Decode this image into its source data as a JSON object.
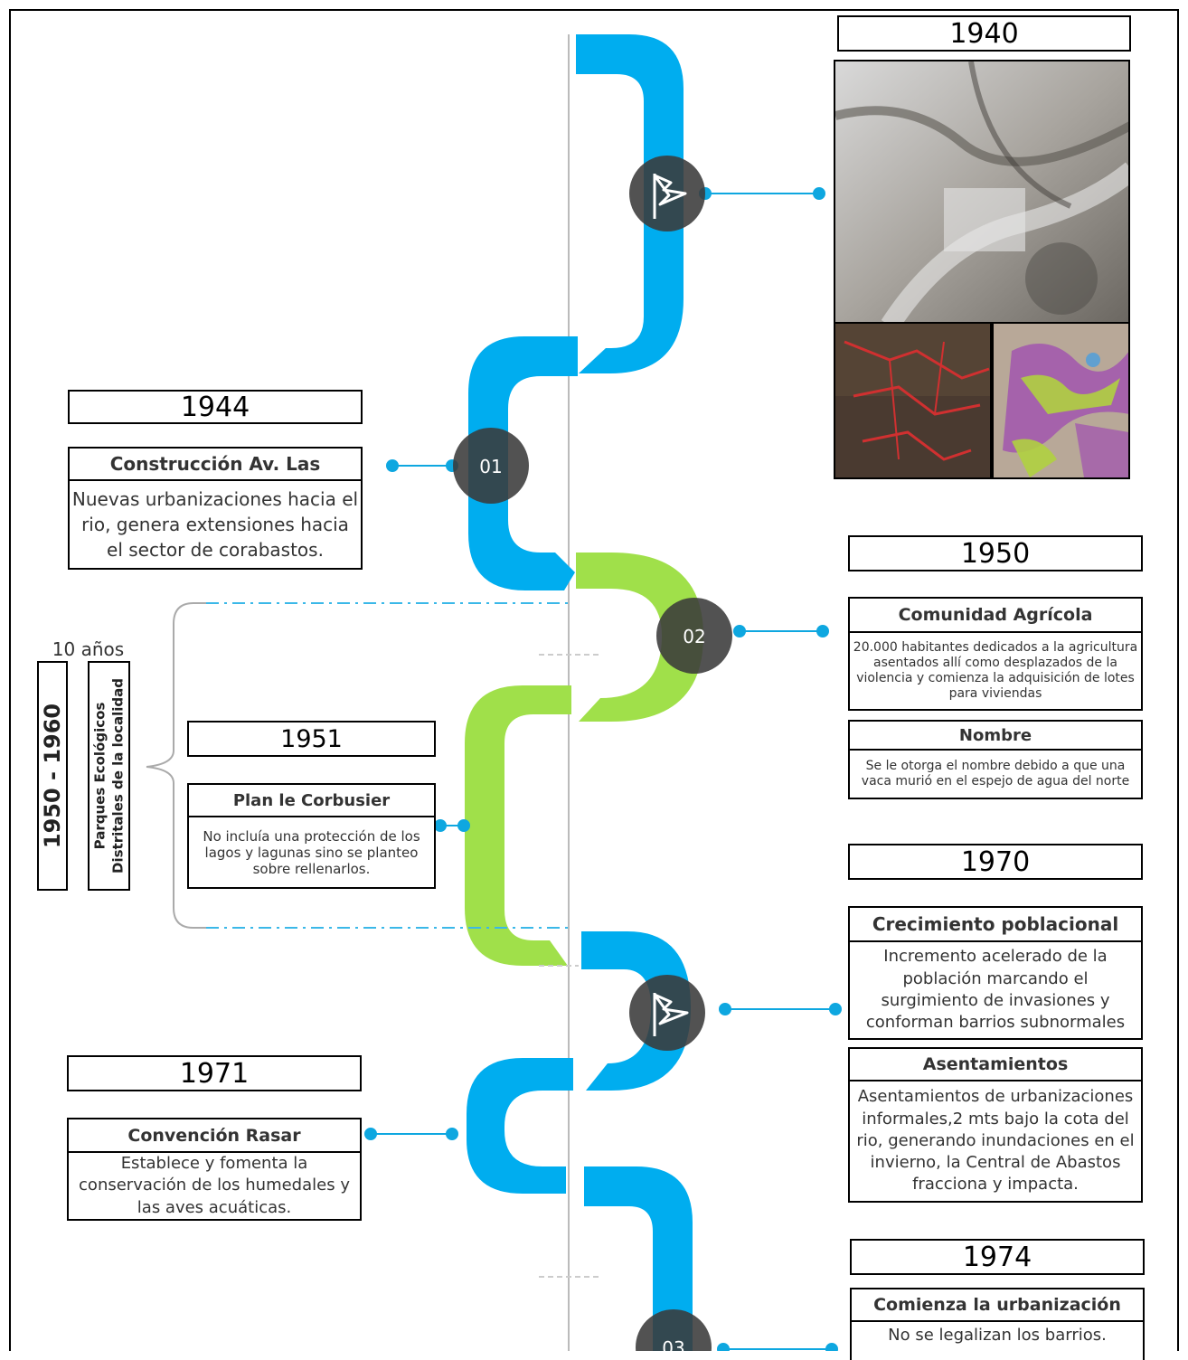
{
  "colors": {
    "blue": "#00adef",
    "green": "#a0e04a",
    "marker": "#3a3a3a",
    "marker_dark": "#06304a",
    "dot": "#0ea7e0",
    "dash": "#3bb8e8"
  },
  "range": {
    "span_label": "10 años",
    "period": "1950 - 1960",
    "topic": "Parques Ecológicos Distritales de la localidad"
  },
  "markers": [
    {
      "label": "",
      "icon": "flag-icon"
    },
    {
      "label": "01"
    },
    {
      "label": "02"
    },
    {
      "label": "",
      "icon": "flag-icon"
    },
    {
      "label": "03"
    }
  ],
  "events": {
    "e1940": {
      "year": "1940"
    },
    "e1944": {
      "year": "1944",
      "title": "Construcción Av. Las",
      "text": "Nuevas urbanizaciones hacia el rio, genera extensiones hacia el sector de corabastos."
    },
    "e1950": {
      "year": "1950",
      "title": "Comunidad Agrícola",
      "text": "20.000 habitantes dedicados a la agricultura asentados allí como desplazados de la violencia y comienza la adquisición de lotes para viviendas"
    },
    "nombre": {
      "title": "Nombre",
      "text": "Se le otorga el nombre debido a que una vaca murió en el espejo de agua del norte"
    },
    "e1951": {
      "year": "1951",
      "title": "Plan le Corbusier",
      "text": "No incluía una protección de los lagos y lagunas sino se planteo sobre rellenarlos."
    },
    "e1970": {
      "year": "1970",
      "title": "Crecimiento poblacional",
      "text": "Incremento acelerado de la población marcando el surgimiento de invasiones y conforman barrios subnormales"
    },
    "asentamientos": {
      "title": "Asentamientos",
      "text": "Asentamientos de urbanizaciones informales,2 mts bajo la cota del rio, generando inundaciones en el invierno, la Central de Abastos fracciona y impacta."
    },
    "e1971": {
      "year": "1971",
      "title": "Convención Rasar",
      "text": "Establece y fomenta la conservación de los humedales y las aves acuáticas."
    },
    "e1974": {
      "year": "1974",
      "title": "Comienza la urbanización",
      "text": "No se legalizan los barrios."
    }
  }
}
